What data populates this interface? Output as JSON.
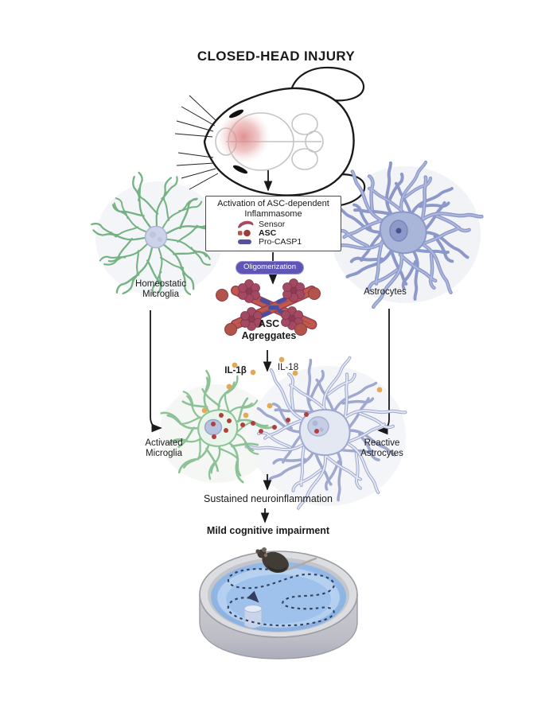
{
  "title": "CLOSED-HEAD INJURY",
  "inflammasome_box": {
    "title": "Activation of ASC-dependent\nInflammasome",
    "legend": [
      {
        "icon": "sensor-icon",
        "label": "Sensor",
        "color": "#a5495f"
      },
      {
        "icon": "asc-icon",
        "label": "ASC",
        "color": "#9e3b3b"
      },
      {
        "icon": "pro-casp1-icon",
        "label": "Pro-CASP1",
        "color": "#55519f"
      }
    ]
  },
  "labels": {
    "homeostatic_microglia": "Homeostatic\nMicroglia",
    "astrocytes": "Astrocytes",
    "oligomerization": "Oligomerization",
    "asc_aggregates": "ASC\nAgreggates",
    "il1b": "IL-1β",
    "il18": "IL-18",
    "activated_microglia": "Activated\nMicroglia",
    "reactive_astrocytes": "Reactive\nAstrocytes",
    "sustained_neuroinflammation": "Sustained neuroinflammation",
    "mild_cognitive_impairment": "Mild cognitive impairment"
  },
  "colors": {
    "oligomerization_pill": "#5e55b4",
    "sensor": "#a5495f",
    "asc_speck": "#9e3b3b",
    "pro_casp1": "#55519f",
    "microglia_green": "#74b283",
    "astrocyte_blue": "#8b98c9",
    "reactive_astrocyte": "#9fa9cf",
    "injury_spot": "#d97c7c",
    "cytokine_dot": "#e2aa54",
    "asc_dot": "#b23f3b",
    "water_blue": "#8fb4e5",
    "maze_path": "#333f5e"
  }
}
